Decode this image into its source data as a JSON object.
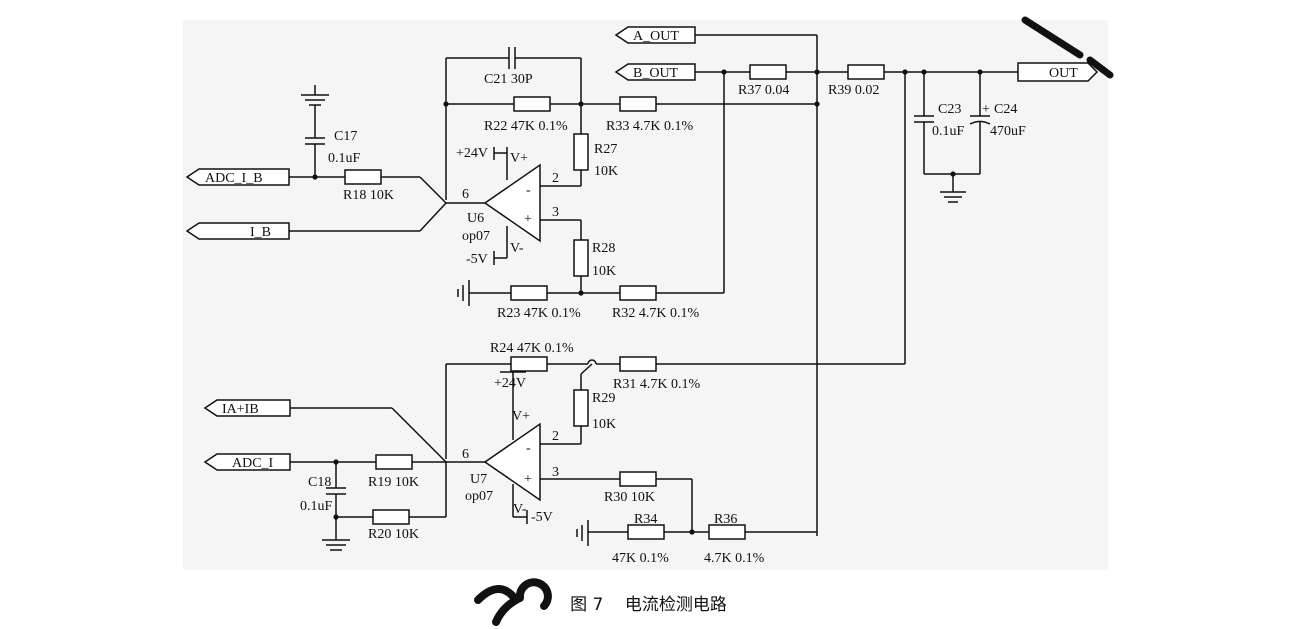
{
  "diagram": {
    "ports": {
      "a_out": "A_OUT",
      "b_out": "B_OUT",
      "out": "OUT",
      "adc_i_b": "ADC_I_B",
      "i_b": "I_B",
      "ia_ib": "IA+IB",
      "adc_i": "ADC_I"
    },
    "components": {
      "c21": "C21  30P",
      "r22": "R22  47K 0.1%",
      "r33": "R33  4.7K 0.1%",
      "r37": "R37  0.04",
      "r39": "R39  0.02",
      "c23_name": "C23",
      "c23_val": "0.1uF",
      "c24_name": "C24",
      "c24_val": "470uF",
      "c24_polarity": "+",
      "c17_name": "C17",
      "c17_val": "0.1uF",
      "r18": "R18 10K",
      "r27_name": "R27",
      "r27_val": "10K",
      "r28_name": "R28",
      "r28_val": "10K",
      "r23": "R23  47K 0.1%",
      "r32": "R32  4.7K 0.1%",
      "r24": "R24  47K 0.1%",
      "r31": "R31  4.7K 0.1%",
      "r29_name": "R29",
      "r29_val": "10K",
      "r19": "R19  10K",
      "r20": "R20  10K",
      "r30": "R30  10K",
      "r34_name": "R34",
      "r34_val": "47K 0.1%",
      "r36_name": "R36",
      "r36_val": "4.7K 0.1%",
      "c18_name": "C18",
      "c18_val": "0.1uF"
    },
    "opamps": {
      "u6": {
        "name": "U6",
        "model": "op07",
        "vplus_supply": "+24V",
        "vminus_supply": "-5V",
        "vplus_pin": "V+",
        "vminus_pin": "V-",
        "pin_out": "6",
        "pin_inv": "2",
        "pin_noninv": "3",
        "minus_sign": "-",
        "plus_sign": "+"
      },
      "u7": {
        "name": "U7",
        "model": "op07",
        "vplus_supply": "+24V",
        "vminus_supply": "-5V",
        "vplus_pin": "V+",
        "vminus_pin": "V-",
        "pin_out": "6",
        "pin_inv": "2",
        "pin_noninv": "3",
        "minus_sign": "-",
        "plus_sign": "+"
      }
    },
    "caption": {
      "figure_no": "图 7",
      "title": "电流检测电路"
    }
  }
}
